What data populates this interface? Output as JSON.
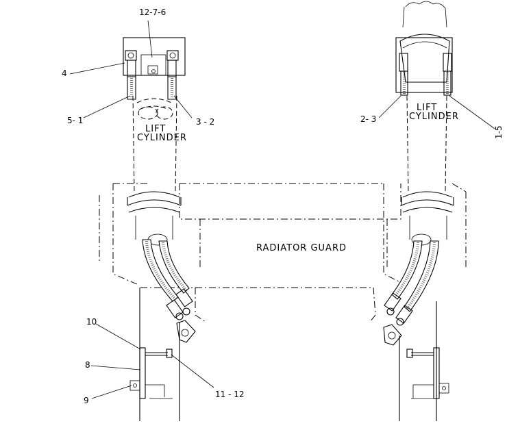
{
  "labels": {
    "top_center": "12-7-6",
    "left_4": "4",
    "left_5_1": "5- 1",
    "left_3_2": "3 - 2",
    "right_2_3": "2- 3",
    "right_1_5": "1-5",
    "bottom_10": "10",
    "bottom_8": "8",
    "bottom_9": "9",
    "bottom_11_12": "11 - 12"
  },
  "texts": {
    "left_cyl_line1": "LIFT",
    "left_cyl_line2": "CYLINDER",
    "right_cyl_line1": "LIFT",
    "right_cyl_line2": "CYLINDER",
    "radiator_guard": "RADIATOR GUARD"
  }
}
